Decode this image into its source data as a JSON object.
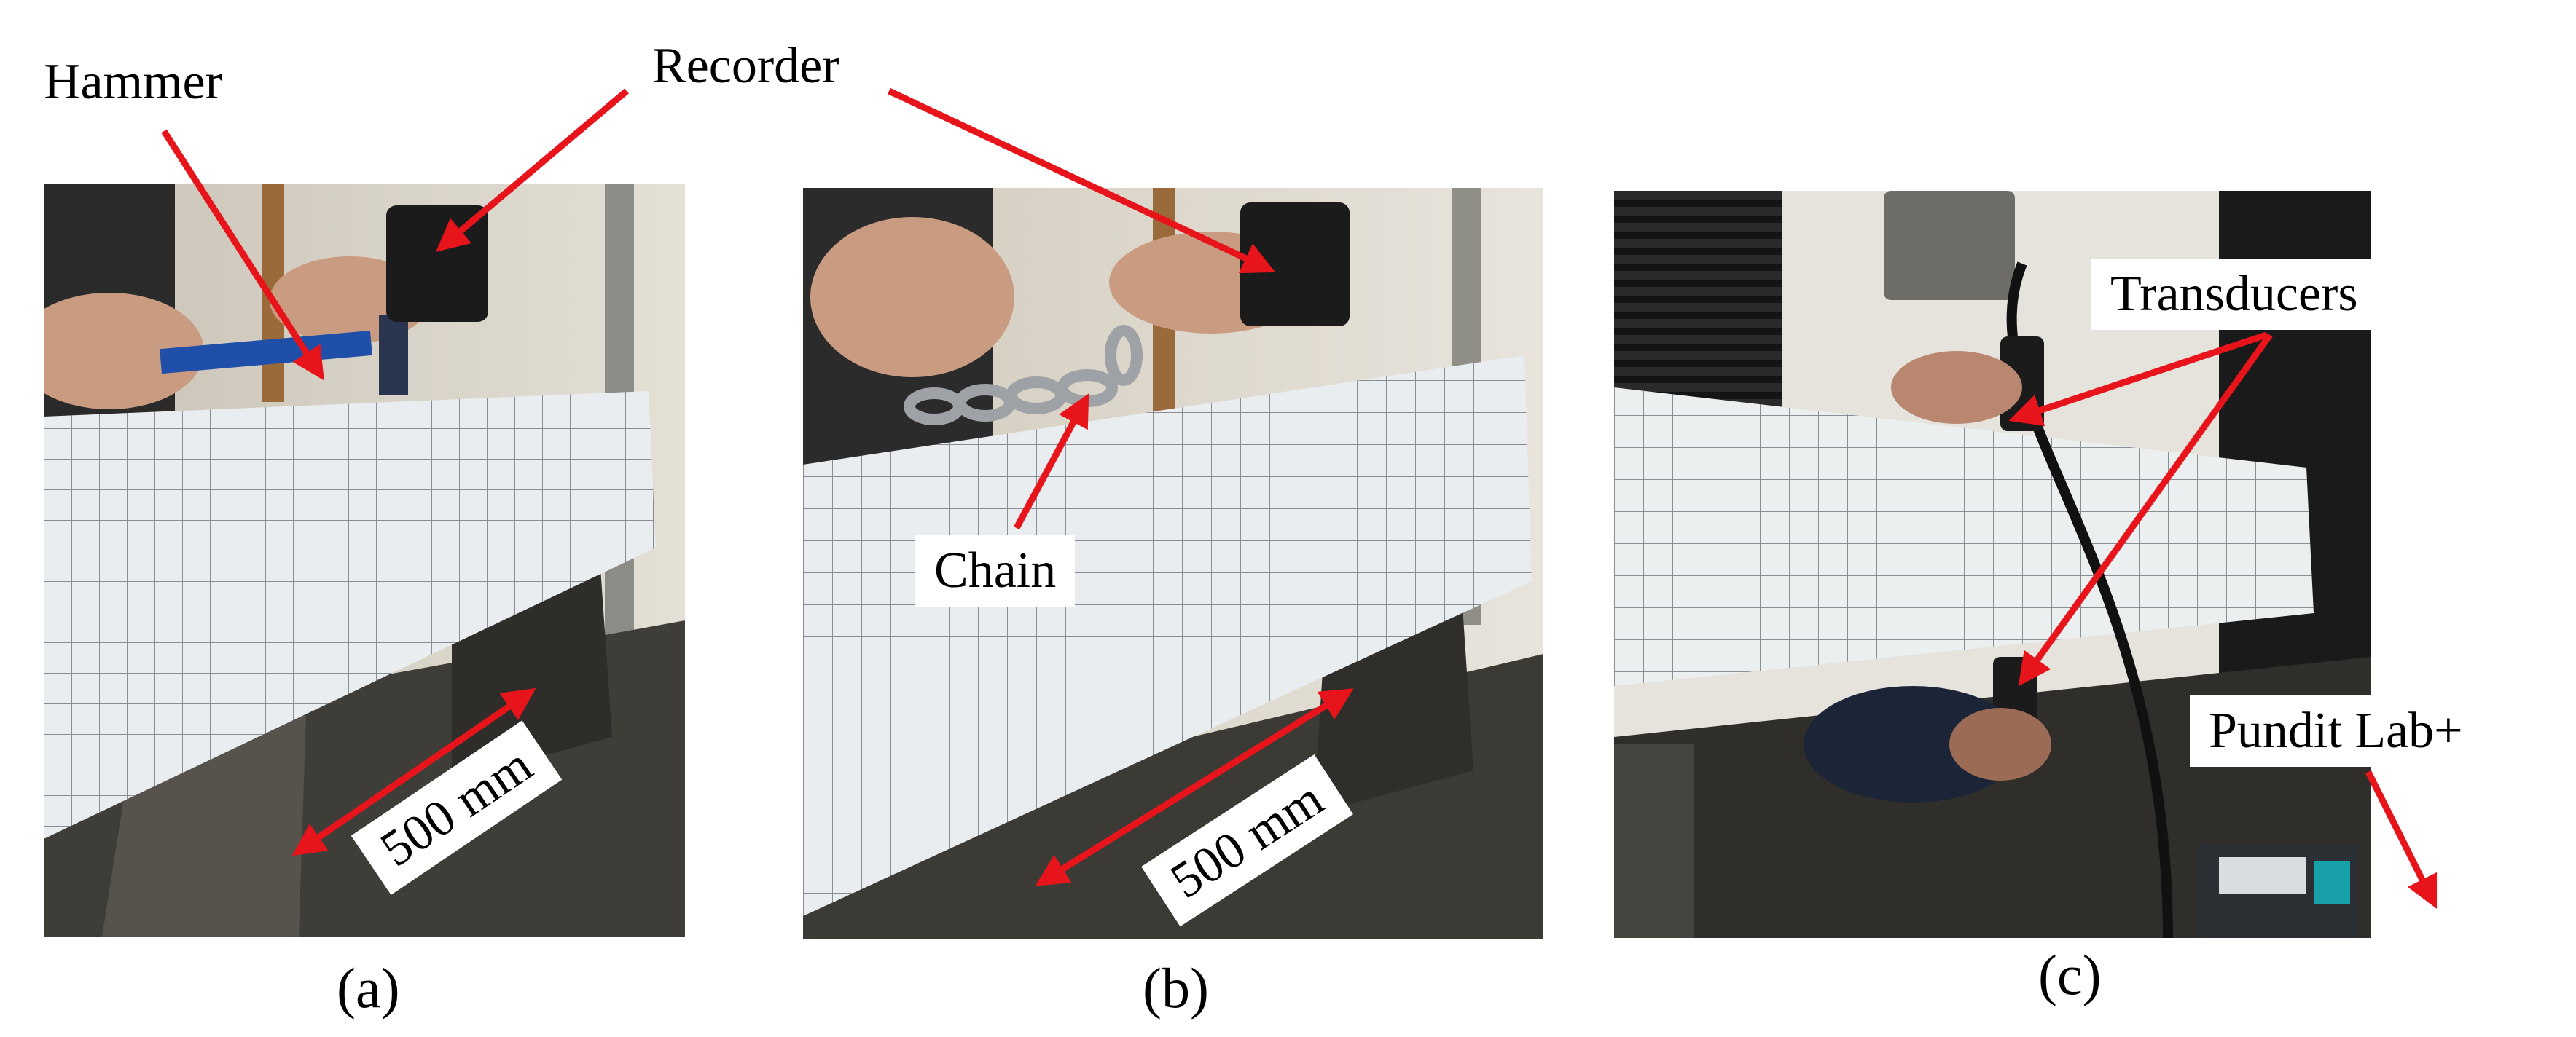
{
  "labels": {
    "hammer": "Hammer",
    "recorder": "Recorder",
    "chain": "Chain",
    "transducers": "Transducers",
    "pundit": "Pundit Lab+",
    "span_a": "500 mm",
    "span_b": "500 mm"
  },
  "captions": {
    "a": "(a)",
    "b": "(b)",
    "c": "(c)"
  },
  "colors": {
    "arrow": "#e8141c",
    "concrete": "#e9edf0",
    "grid": "#333a44",
    "steel": "#3f3f3a",
    "background_wall": "#d9d2c4"
  }
}
